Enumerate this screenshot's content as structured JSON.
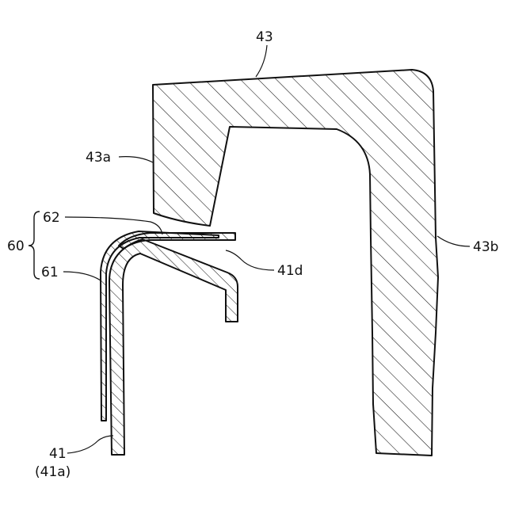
{
  "labels": {
    "part_43": "43",
    "part_43a": "43a",
    "part_43b": "43b",
    "part_62": "62",
    "part_60": "60",
    "part_61": "61",
    "part_41d": "41d",
    "part_41": "41",
    "part_41a": "(41a)"
  },
  "colors": {
    "stroke": "#111111",
    "background": "#ffffff"
  }
}
